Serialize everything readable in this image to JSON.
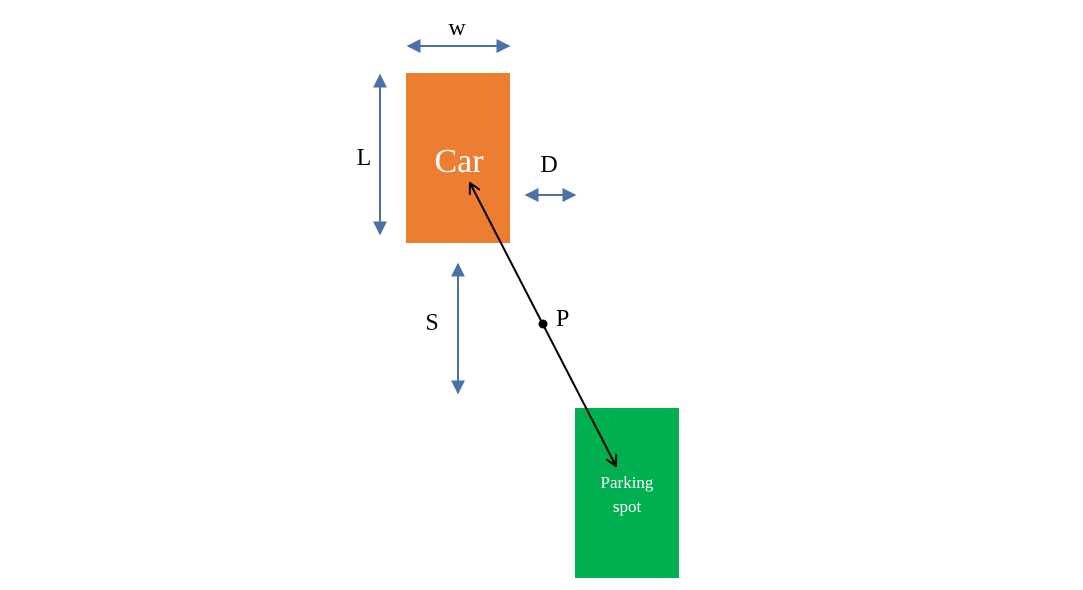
{
  "colors": {
    "background": "#ffffff",
    "car_fill": "#ed7d31",
    "parking_spot_fill": "#00b050",
    "dimension_arrow": "#4a72a8",
    "path_line": "#000000",
    "car_text": "#ffffff",
    "spot_text": "#ffffff",
    "label_text": "#000000"
  },
  "labels": {
    "width": "w",
    "length": "L",
    "distance": "D",
    "spacing": "S",
    "point": "P"
  },
  "car": {
    "label": "Car"
  },
  "parking_spot": {
    "label_line1": "Parking",
    "label_line2": "spot"
  }
}
